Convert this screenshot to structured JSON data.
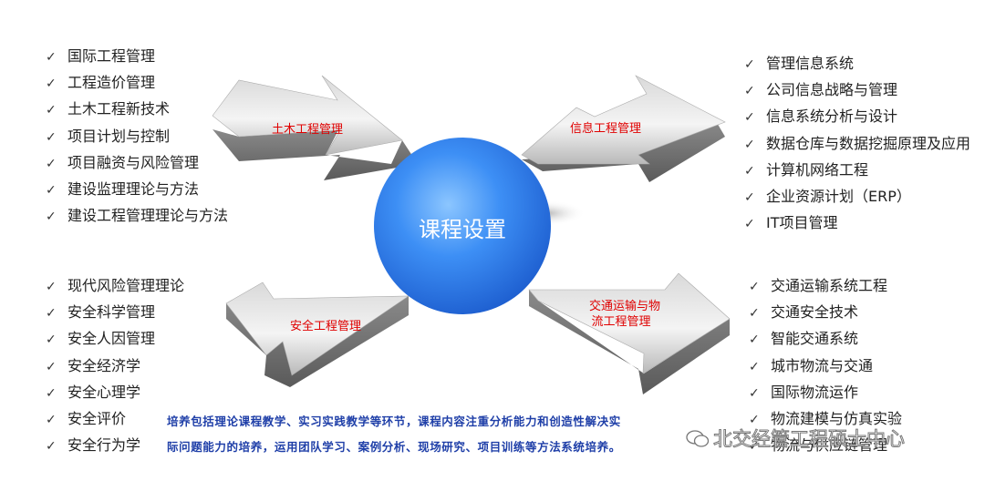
{
  "center": {
    "label": "课程设置"
  },
  "arrows": {
    "civil": "土木工程管理",
    "info": "信息工程管理",
    "safety": "安全工程管理",
    "traffic_line1": "交通运输与物",
    "traffic_line2": "流工程管理"
  },
  "check_glyph": "✓",
  "lists": {
    "civil": [
      "国际工程管理",
      "工程造价管理",
      "土木工程新技术",
      "项目计划与控制",
      "项目融资与风险管理",
      "建设监理理论与方法",
      "建设工程管理理论与方法"
    ],
    "info": [
      "管理信息系统",
      "公司信息战略与管理",
      "信息系统分析与设计",
      "数据仓库与数据挖掘原理及应用",
      "计算机网络工程",
      "企业资源计划（ERP）",
      "IT项目管理"
    ],
    "safety": [
      "现代风险管理理论",
      "安全科学管理",
      "安全人因管理",
      "安全经济学",
      "安全心理学",
      "安全评价",
      "安全行为学"
    ],
    "traffic": [
      "交通运输系统工程",
      "交通安全技术",
      "智能交通系统",
      "城市物流与交通",
      "国际物流运作",
      "物流建模与仿真实验",
      "物流与供应链管理"
    ]
  },
  "note": {
    "line1": "培养包括理论课程教学、实习实践教学等环节，课程内容注重分析能力和创造性解决实",
    "line2": "际问题能力的培养，运用团队学习、案例分析、现场研究、项目训练等方法系统培养。"
  },
  "watermark": "北交经管工程硕士中心",
  "colors": {
    "arrow_text": "#e00000",
    "note_text": "#1f3fa8",
    "circle": "#2f7ff0"
  }
}
